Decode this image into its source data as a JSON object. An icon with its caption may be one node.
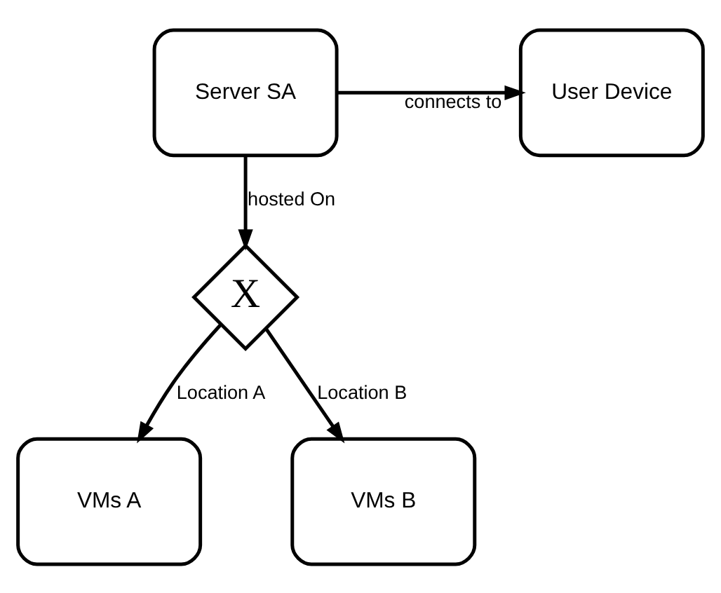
{
  "diagram": {
    "nodes": [
      {
        "text": [
          "User Device"
        ]
      },
      {
        "text": [
          "Server SA"
        ]
      },
      {
        "text": [
          "X"
        ]
      },
      {
        "text": [
          "VMs A"
        ]
      },
      {
        "text": [
          "VMs B"
        ]
      }
    ],
    "edges": [
      {
        "from": 1,
        "to": 0,
        "arrow": "to",
        "label": "connects to"
      },
      {
        "from": 1,
        "to": 2,
        "arrow": "to",
        "label": "hosted On"
      },
      {
        "from": 2,
        "to": 3,
        "arrow": "to",
        "label": "Location A"
      },
      {
        "from": 2,
        "to": 4,
        "arrow": "to",
        "label": "Location B"
      }
    ]
  }
}
